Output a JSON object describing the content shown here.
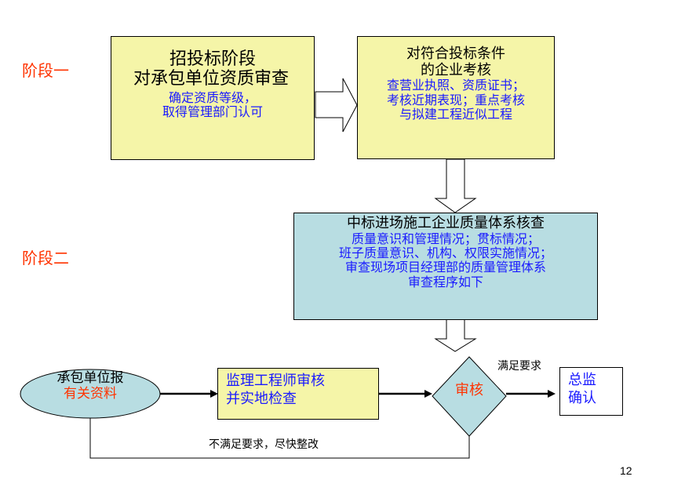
{
  "stages": {
    "stage1": "阶段一",
    "stage2": "阶段二"
  },
  "box1": {
    "title_line1": "招投标阶段",
    "title_line2": "对承包单位资质审查",
    "detail_line1": "确定资质等级，",
    "detail_line2": "取得管理部门认可"
  },
  "box2": {
    "title_line1": "对符合投标条件",
    "title_line2": "的企业考核",
    "detail_line1": "查营业执照、资质证书；",
    "detail_line2": "考核近期表现；重点考核",
    "detail_line3": "与拟建工程近似工程"
  },
  "box3": {
    "title": "中标进场施工企业质量体系核查",
    "detail_line1": "质量意识和管理情况；贯标情况；",
    "detail_line2": "班子质量意识、机构、权限实施情况；",
    "detail_line3": "审查现场项目经理部的质量管理体系",
    "detail_line4": "审查程序如下"
  },
  "flow": {
    "start_line1": "承包单位报",
    "start_line2": "有关资料",
    "review_line1": "监理工程师审核",
    "review_line2": "并实地检查",
    "decision": "审核",
    "pass_label": "满足要求",
    "fail_label": "不满足要求，尽快整改",
    "end_line1": "总监",
    "end_line2": "确认"
  },
  "colors": {
    "stage_text": "#ff3300",
    "yellow_fill": "#f5f5a8",
    "cyan_fill": "#b8dde2",
    "detail_text": "#1a1aff"
  },
  "page_number": "12"
}
